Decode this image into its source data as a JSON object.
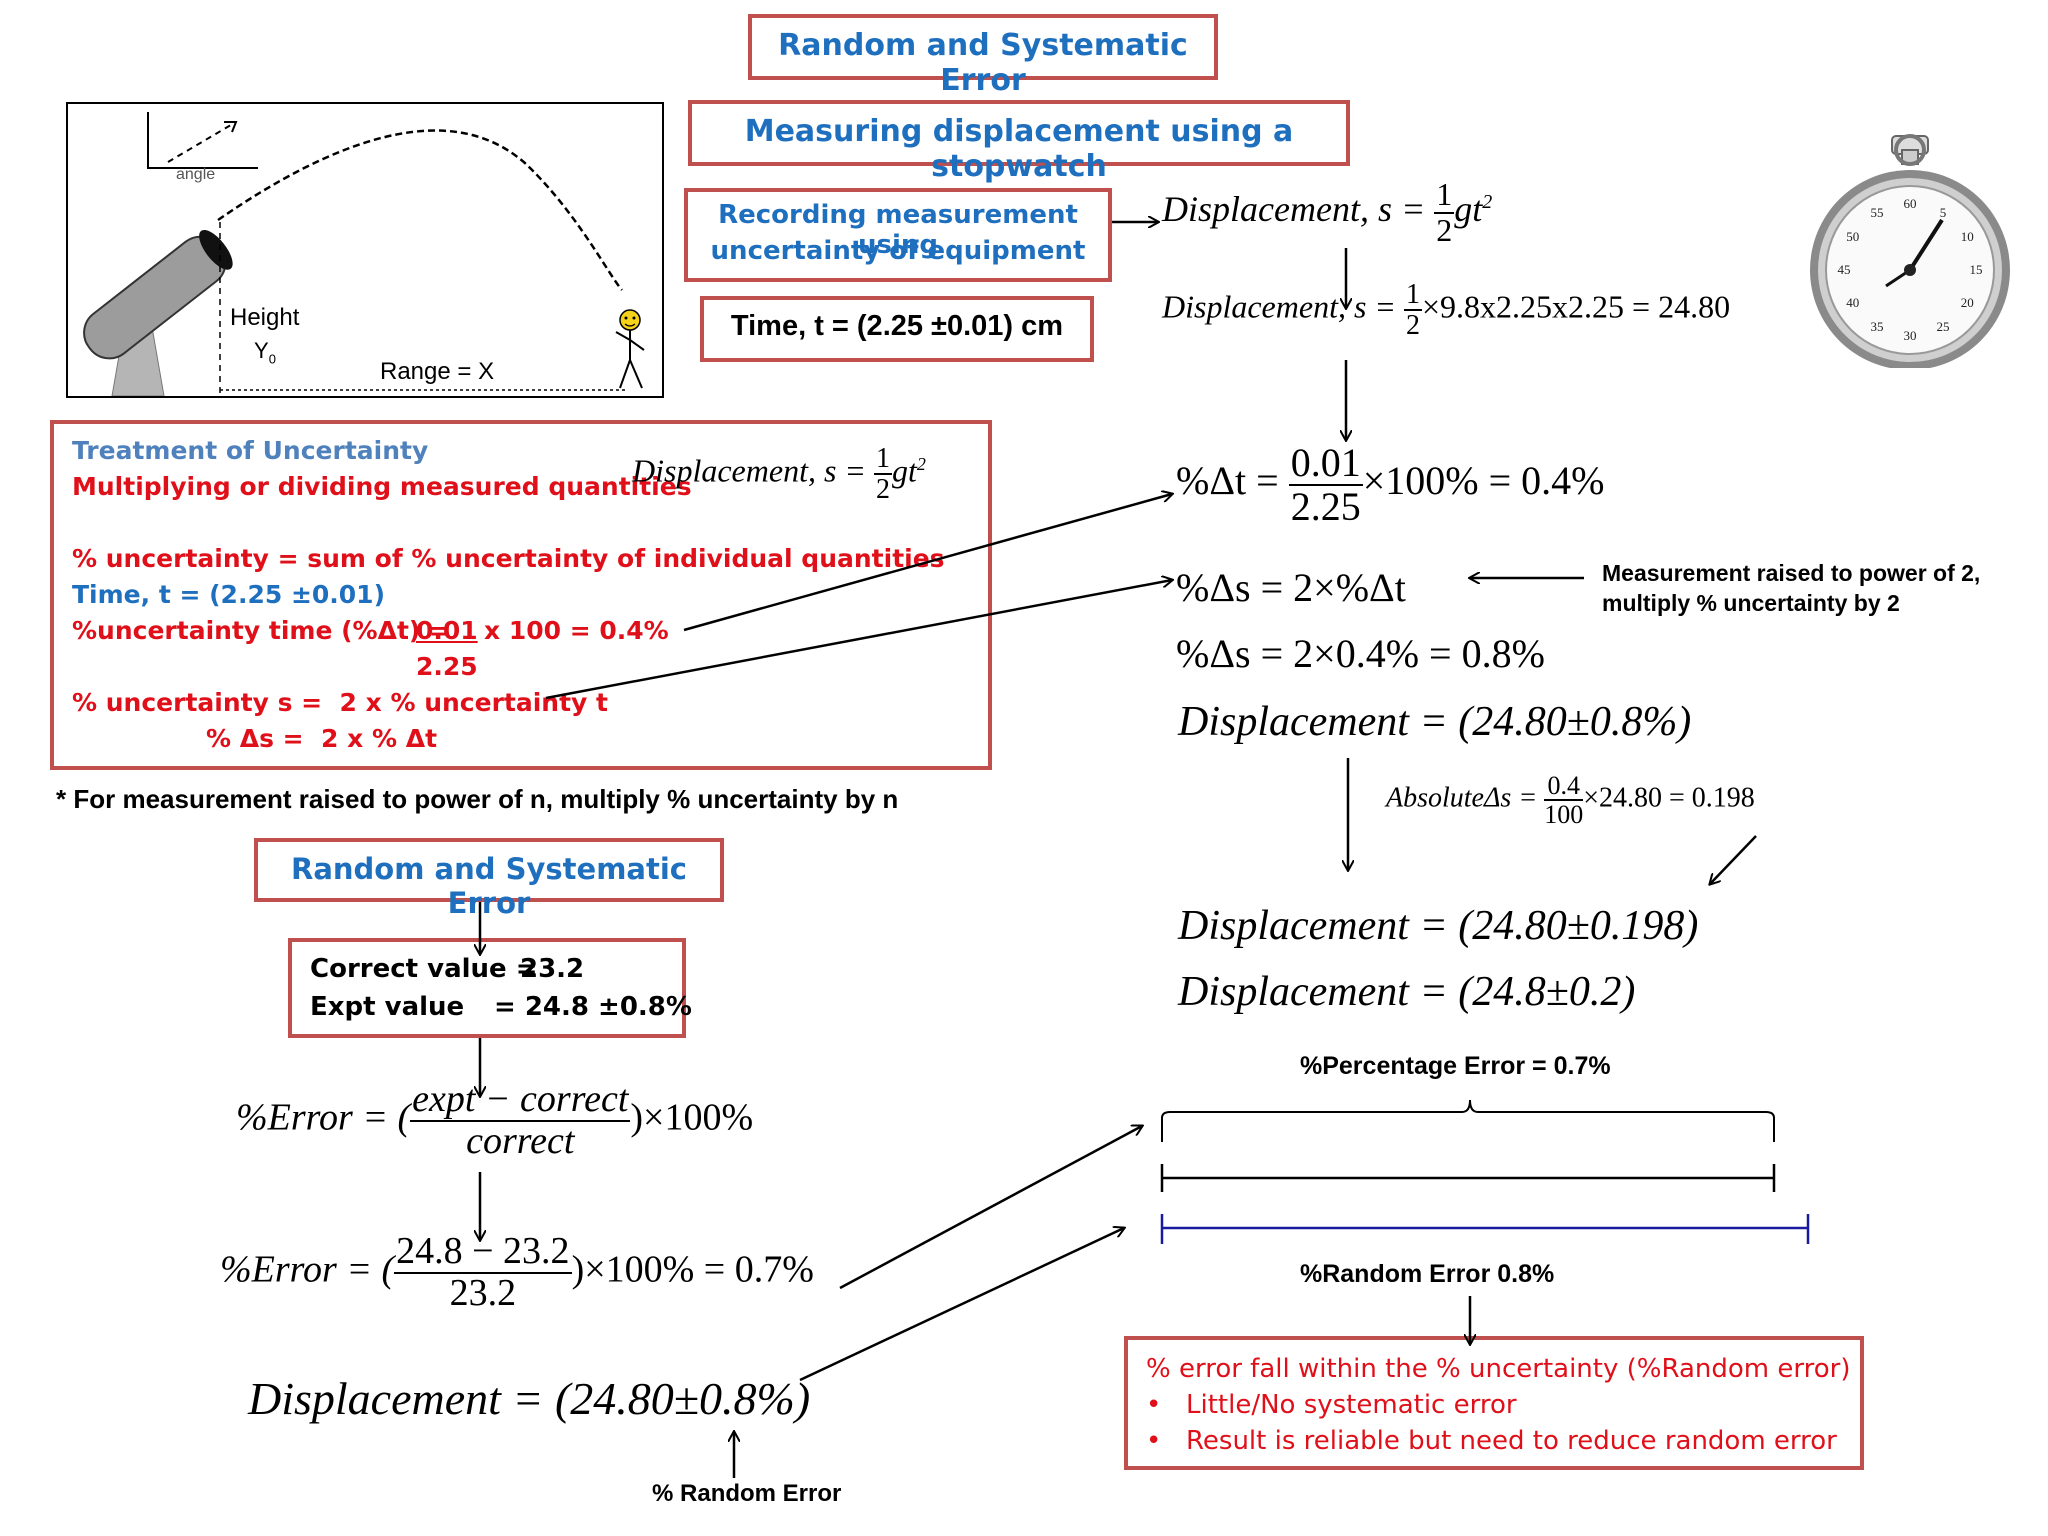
{
  "title_top": "Random and Systematic Error",
  "subtitle": "Measuring displacement using a stopwatch",
  "recording_box": {
    "line1": "Recording measurement using",
    "line2": "uncertainty of equipment"
  },
  "time_box": "Time, t = (2.25 ±0.01) cm",
  "projectile": {
    "angle": "angle",
    "height": "Height",
    "y0": "Y",
    "y0_sub": "0",
    "range": "Range = X"
  },
  "stopwatch": {
    "numbers": [
      "60",
      "5",
      "10",
      "15",
      "20",
      "25",
      "30",
      "35",
      "40",
      "45",
      "50",
      "55"
    ]
  },
  "equations_right": {
    "disp_label": "Displacement, s =",
    "half_num": "1",
    "half_den": "2",
    "gt2": "gt",
    "sq": "2",
    "disp_calc_tail": "×9.8x2.25x2.25 = 24.80",
    "pct_dt_lhs": "%Δt =",
    "pct_dt_num": "0.01",
    "pct_dt_den": "2.25",
    "pct_dt_tail": "×100% = 0.4%",
    "pct_ds": "%Δs = 2×%Δt",
    "pct_ds_val": "%Δs = 2×0.4% = 0.8%",
    "disp_pct": "Displacement = (24.80±0.8%)",
    "abs_label": "AbsoluteΔs =",
    "abs_num": "0.4",
    "abs_den": "100",
    "abs_tail": "×24.80 = 0.198",
    "disp_abs": "Displacement = (24.80±0.198)",
    "disp_round": "Displacement = (24.8±0.2)"
  },
  "power_note": {
    "line1": "Measurement raised to power of 2,",
    "line2": "multiply % uncertainty by 2"
  },
  "treatment": {
    "heading": "Treatment of Uncertainty",
    "rule": "Multiplying or dividing measured quantities",
    "disp_label": "Displacement, s =",
    "sum_rule": "% uncertainty = sum of % uncertainty of individual quantities",
    "time": "Time, t = (2.25 ±0.01)",
    "unc_time_label": "%uncertainty time (%Δt) =",
    "unc_time_num": "0.01",
    "unc_time_tail": "x 100 = 0.4%",
    "unc_time_den": "2.25",
    "unc_s": "% uncertainty s =  2 x % uncertainty t",
    "unc_ds": "% Δs =  2 x % Δt"
  },
  "footnote": "* For measurement raised to power of n, multiply % uncertainty by n",
  "lower_title": "Random and Systematic Error",
  "values_box": {
    "correct_label": "Correct value =",
    "correct_val": "23.2",
    "expt_label": "Expt value",
    "expt_val": "= 24.8 ±0.8%"
  },
  "error_eq": {
    "lhs": "%Error = (",
    "num": "expt − correct",
    "den": "correct",
    "tail": ")×100%",
    "num2": "24.8 − 23.2",
    "den2": "23.2",
    "tail2": ")×100% = 0.7%",
    "disp": "Displacement = (24.80±0.8%)",
    "random_label": "% Random Error"
  },
  "bars": {
    "pct_error": "%Percentage Error = 0.7%",
    "random_error": "%Random Error 0.8%"
  },
  "conclusion": {
    "line1": "% error fall within the % uncertainty (%Random error)",
    "bullets": [
      "Little/No systematic error",
      "Result is reliable but need to reduce random error"
    ]
  }
}
